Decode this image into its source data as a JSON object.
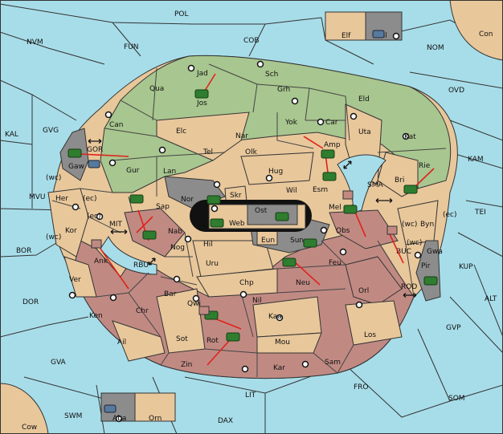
{
  "colors": {
    "sea": "#a7dde9",
    "land_tan": "#e8c79b",
    "land_green": "#a8c68f",
    "land_red": "#c08a83",
    "land_grey": "#8c8c8c",
    "black": "#111111",
    "arrow": "#e0221b",
    "unit": "#2f7d2f"
  },
  "sea_labels": [
    "POL",
    "NVM",
    "FUN",
    "COB",
    "NOM",
    "OVD",
    "KAL",
    "GVG",
    "KAM",
    "TEI",
    "MVU",
    "BOR",
    "DOR",
    "ALT",
    "KUP",
    "GVP",
    "GVA",
    "FRO",
    "SOM",
    "LIT",
    "SWM",
    "DAX",
    "SMA",
    "MIT",
    "RBU",
    "BUC",
    "ROD",
    "GOR"
  ],
  "province_labels": [
    "Jad",
    "Sch",
    "Qua",
    "Jos",
    "Grh",
    "Eld",
    "Can",
    "Yok",
    "Car",
    "Elc",
    "Nar",
    "Uta",
    "Tel",
    "Olk",
    "Kat",
    "Gur",
    "Lan",
    "Amp",
    "Hug",
    "Rie",
    "Esm",
    "Bri",
    "Nor",
    "Skr",
    "Ost",
    "Wil",
    "Sap",
    "Web",
    "Mel",
    "Byn",
    "Gaw",
    "Her",
    "Kor",
    "Nab",
    "Eun",
    "Sun",
    "Obs",
    "Ank",
    "Nog",
    "Hil",
    "Uru",
    "Feu",
    "Gwa",
    "Pir",
    "Ver",
    "Chp",
    "Neu",
    "Orl",
    "Bar",
    "Qwi",
    "Nil",
    "Ken",
    "Chr",
    "Kaa",
    "Los",
    "Ail",
    "Sot",
    "Rot",
    "Mou",
    "Zin",
    "Kar",
    "Sam",
    "Con",
    "Cow",
    "Elf",
    "Hel",
    "Aba",
    "Orn"
  ],
  "coast_tags": [
    "(wc)",
    "(ec)",
    "(ec)",
    "(wc)",
    "(wc)",
    "(ec)",
    "(wc)"
  ]
}
